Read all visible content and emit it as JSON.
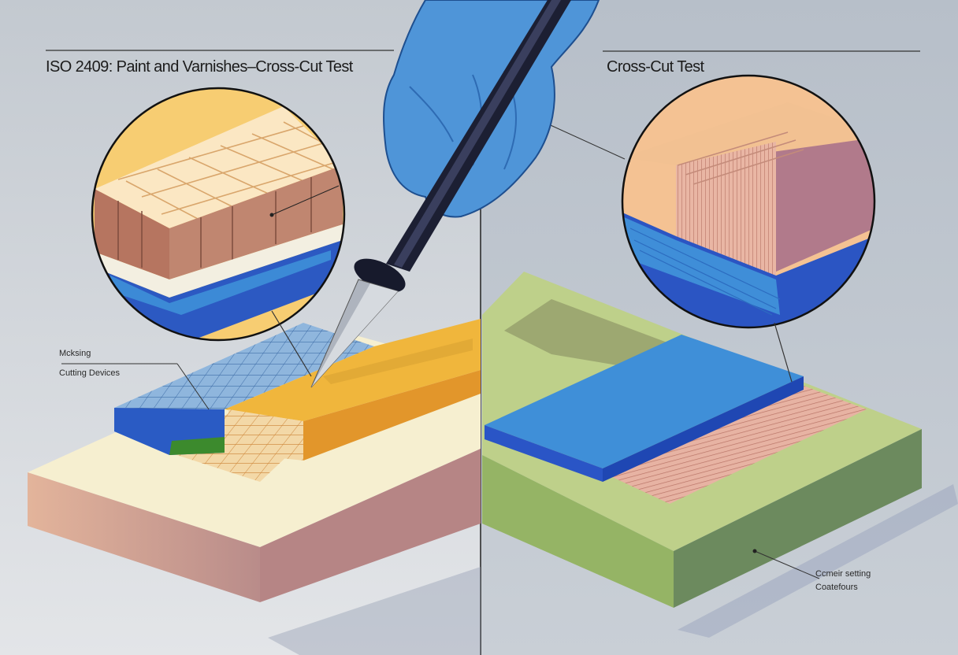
{
  "left_panel": {
    "title": "ISO 2409: Paint and Varnishes–Cross-Cut Test",
    "label_1": "Mcksing",
    "label_2": "Cutting Devices"
  },
  "right_panel": {
    "title": "Cross-Cut Test",
    "label_1": "Ccmeir setting",
    "label_2": "Coatefours"
  },
  "colors": {
    "left_bg": "#d6dadf",
    "right_bg": "#bcc4cd",
    "coating_yellow": "#e9ad3a",
    "coating_blue": "#3f8fd8",
    "substrate_cream": "#f6efd0",
    "substrate_green": "#b8cc83",
    "glove_blue": "#4f95d8"
  }
}
